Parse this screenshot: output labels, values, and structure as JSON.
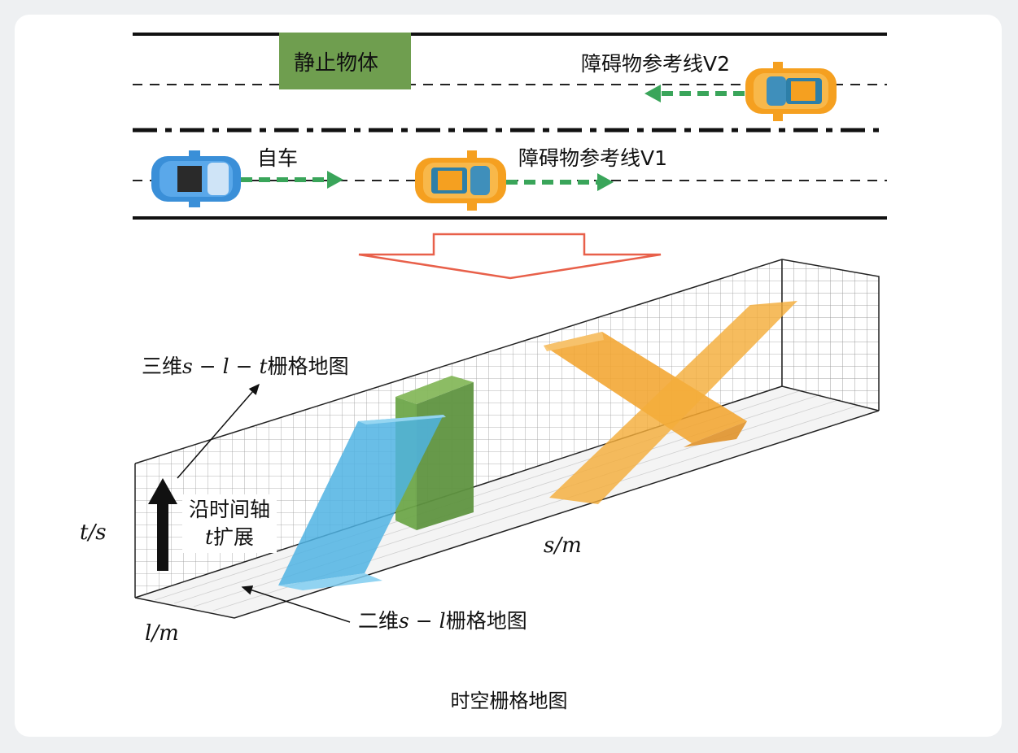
{
  "road": {
    "static_object_label": "静止物体",
    "ego_label": "自车",
    "obstacle_v1_label": "障碍物参考线V1",
    "obstacle_v2_label": "障碍物参考线V2"
  },
  "grid": {
    "label_3d_prefix": "三维",
    "label_3d_math": "s − l − t",
    "label_3d_suffix": "栅格地图",
    "label_2d_prefix": "二维",
    "label_2d_math": "s − l",
    "label_2d_suffix": "栅格地图",
    "extend_line1": "沿时间轴",
    "extend_line2_math": "t",
    "extend_line2_text": "扩展",
    "axis_t": "t/s",
    "axis_s": "s/m",
    "axis_l": "l/m"
  },
  "caption": "时空栅格地图",
  "colors": {
    "static_box": "#6f9e4f",
    "ego_car": "#3a8fd8",
    "obstacle_car": "#f5a020",
    "path_arrow": "#3aa55a",
    "transform_arrow": "#e8604a",
    "ego_volume": "#4fb3e3",
    "obstacle_volume": "#f2a530",
    "static_volume": "#6ea64a"
  }
}
